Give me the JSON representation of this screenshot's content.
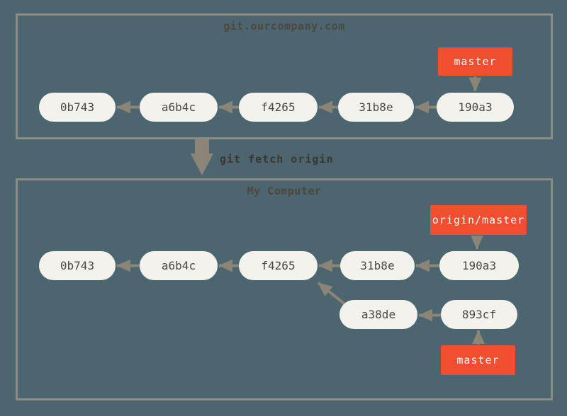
{
  "colors": {
    "background": "#4c6670",
    "box_border": "#8f8a83",
    "arrow": "#8c8476",
    "pill_fill": "#f3f2ec",
    "pill_text": "#4b4a42",
    "branch_fill": "#f14e32",
    "branch_text": "#ffffff",
    "title_text": "#4e463e",
    "command_text": "#3c362f"
  },
  "remote_repo": {
    "title": "git.ourcompany.com",
    "branch": "master",
    "commits": [
      "0b743",
      "a6b4c",
      "f4265",
      "31b8e",
      "190a3"
    ]
  },
  "action": {
    "command": "git fetch origin"
  },
  "local_repo": {
    "title": "My Computer",
    "remote_tracking_branch": "origin/master",
    "branch": "master",
    "fetched_commits": [
      "0b743",
      "a6b4c",
      "f4265",
      "31b8e",
      "190a3"
    ],
    "local_commits": [
      "a38de",
      "893cf"
    ]
  }
}
